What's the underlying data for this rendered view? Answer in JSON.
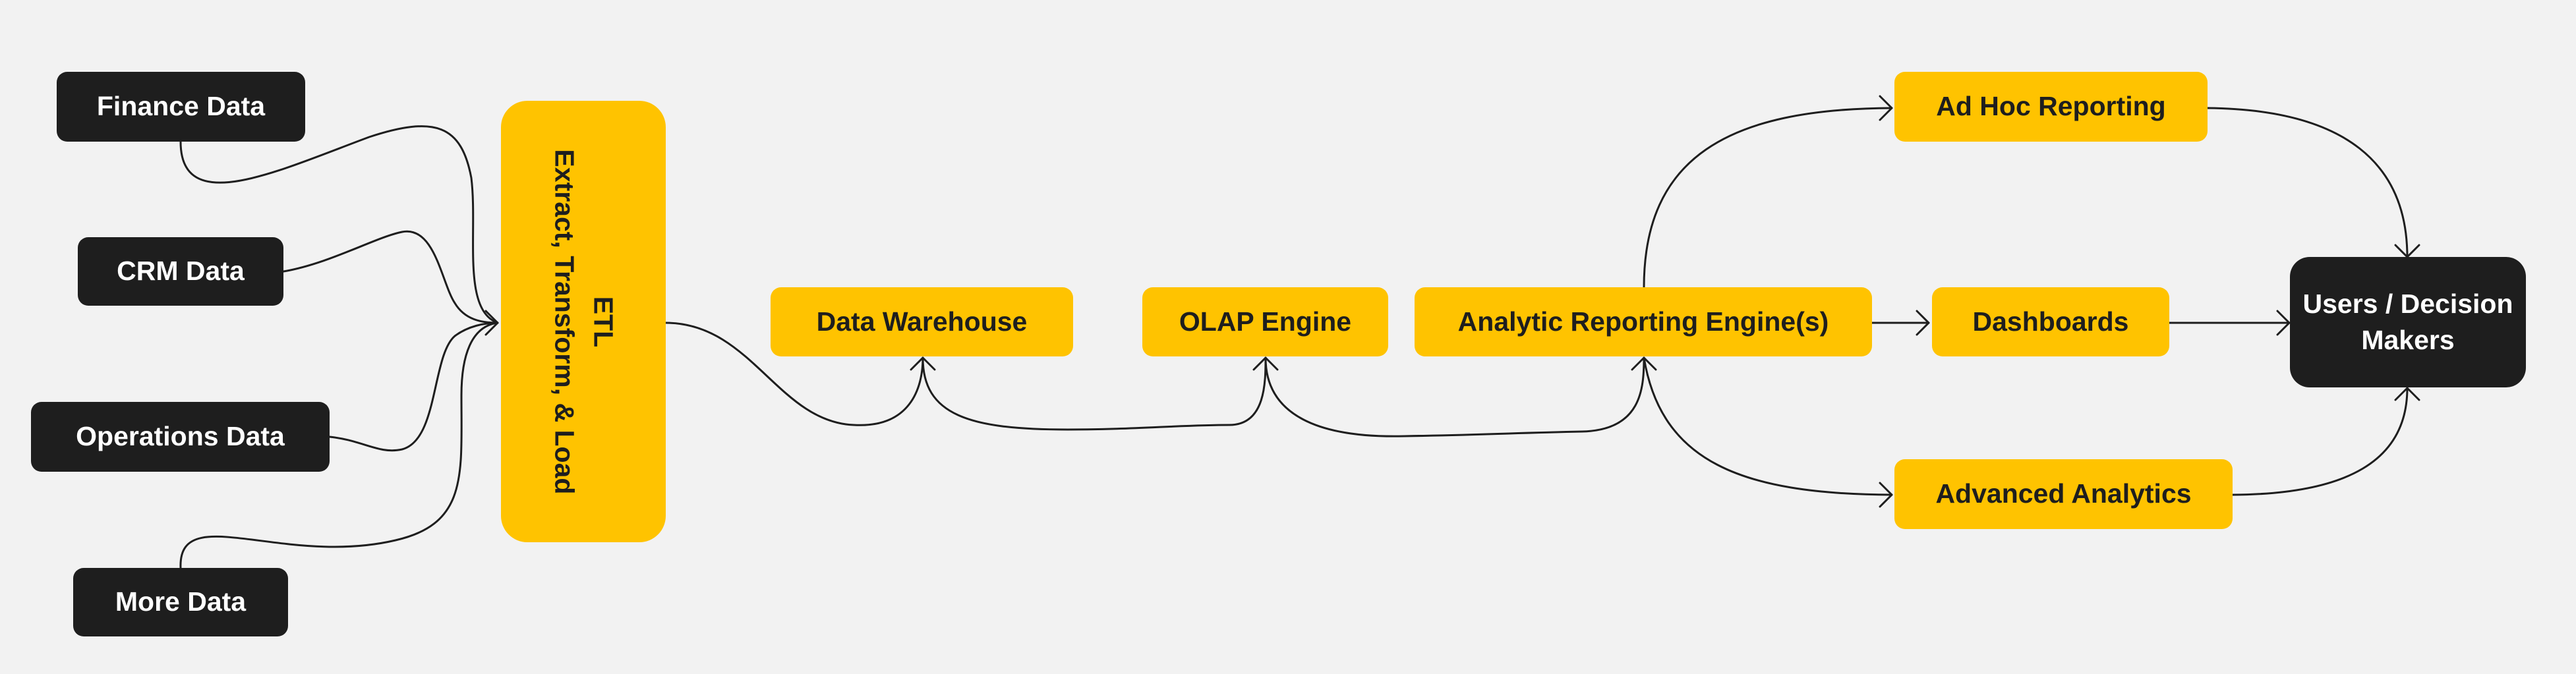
{
  "diagram": {
    "sources": {
      "finance": "Finance Data",
      "crm": "CRM Data",
      "operations": "Operations Data",
      "more": "More Data"
    },
    "etl": {
      "line1": "ETL",
      "line2": "Extract, Transform, & Load"
    },
    "pipeline": {
      "warehouse": "Data Warehouse",
      "olap": "OLAP Engine",
      "reporting_engine": "Analytic Reporting Engine(s)"
    },
    "outputs": {
      "adhoc": "Ad Hoc Reporting",
      "dashboards": "Dashboards",
      "advanced": "Advanced Analytics"
    },
    "consumer": "Users / Decision Makers",
    "colors": {
      "background": "#f2f2f2",
      "dark_node": "#1e1e1e",
      "accent_node": "#ffc300",
      "edge": "#1e1e1e"
    }
  }
}
